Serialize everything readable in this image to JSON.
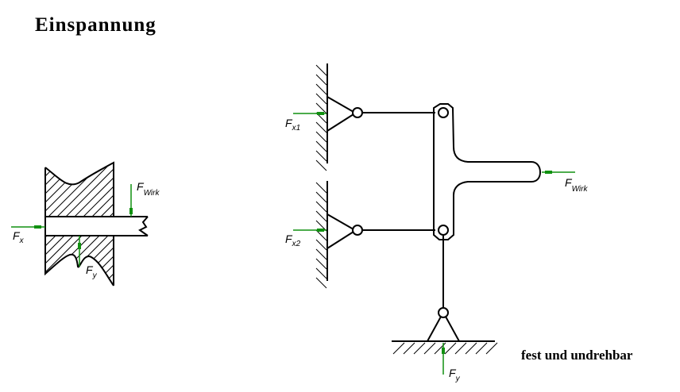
{
  "title": "Einspannung",
  "caption": "fest und undrehbar",
  "colors": {
    "force_arrow": "#109010",
    "lines": "#000000"
  },
  "left_diagram": {
    "labels": {
      "fx": "F",
      "fx_sub": "x",
      "fwirk": "F",
      "fwirk_sub": "Wirk",
      "fy": "F",
      "fy_sub": "y"
    }
  },
  "right_diagram": {
    "labels": {
      "fx1": "F",
      "fx1_sub": "x1",
      "fx2": "F",
      "fx2_sub": "x2",
      "fwirk": "F",
      "fwirk_sub": "Wirk",
      "fy": "F",
      "fy_sub": "y"
    }
  }
}
